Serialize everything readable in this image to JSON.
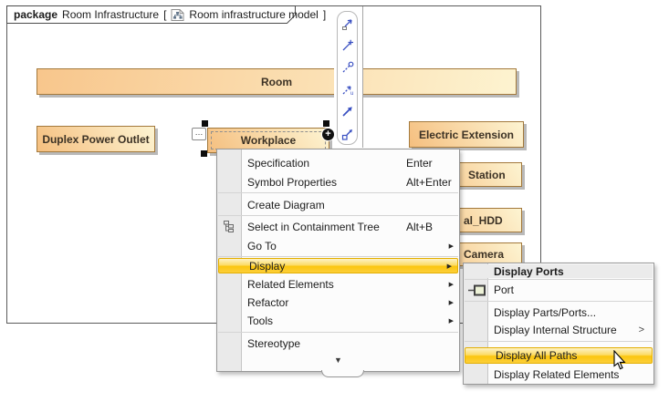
{
  "diagram": {
    "tab": {
      "kind_label": "package",
      "name": "Room Infrastructure",
      "bracket_open": "[",
      "model_name": "Room infrastructure model",
      "bracket_close": "]"
    },
    "nodes": {
      "room": "Room",
      "duplex_power_outlet": "Duplex Power Outlet",
      "workplace": "Workplace",
      "electric_extension": "Electric Extension",
      "station": "Station",
      "hdd": "al_HDD",
      "camera": "Camera"
    },
    "workplace_controls": {
      "dots_button": "…",
      "plus_button": "+"
    }
  },
  "toolbar": {
    "icons": [
      "containment-link-icon",
      "connector-plus-icon",
      "lollipop-interface-icon",
      "usage-arrow-icon",
      "dependency-arrow-icon",
      "directed-association-icon"
    ]
  },
  "context_menu": {
    "items": [
      {
        "label": "Specification",
        "shortcut": "Enter"
      },
      {
        "label": "Symbol Properties",
        "shortcut": "Alt+Enter"
      },
      {
        "label": "Create Diagram",
        "shortcut": ""
      },
      {
        "label": "Select in Containment Tree",
        "shortcut": "Alt+B"
      },
      {
        "label": "Go To",
        "shortcut": ""
      },
      {
        "label": "Display",
        "shortcut": ""
      },
      {
        "label": "Related Elements",
        "shortcut": ""
      },
      {
        "label": "Refactor",
        "shortcut": ""
      },
      {
        "label": "Tools",
        "shortcut": ""
      },
      {
        "label": "Stereotype",
        "shortcut": ""
      }
    ]
  },
  "submenu": {
    "header": "Display Ports",
    "items": [
      {
        "label": "Port"
      },
      {
        "label": "Display Parts/Ports..."
      },
      {
        "label": "Display Internal Structure"
      },
      {
        "label": "Display All Paths"
      },
      {
        "label": "Display Related Elements"
      }
    ]
  },
  "icons": {
    "submenu_arrow": "▶",
    "chevron_right": ">",
    "scroll_down": "▼"
  },
  "colors": {
    "node_fill_light": "#fdf4d2",
    "node_fill_dark": "#f5bf7f",
    "node_border": "#a3793c",
    "highlight_top": "#fdf2c6",
    "highlight_bottom": "#fbc60e",
    "menu_bg": "#fcfcfc",
    "frame_border": "#5a5a5a",
    "toolbar_icon_blue": "#3a50c2"
  }
}
